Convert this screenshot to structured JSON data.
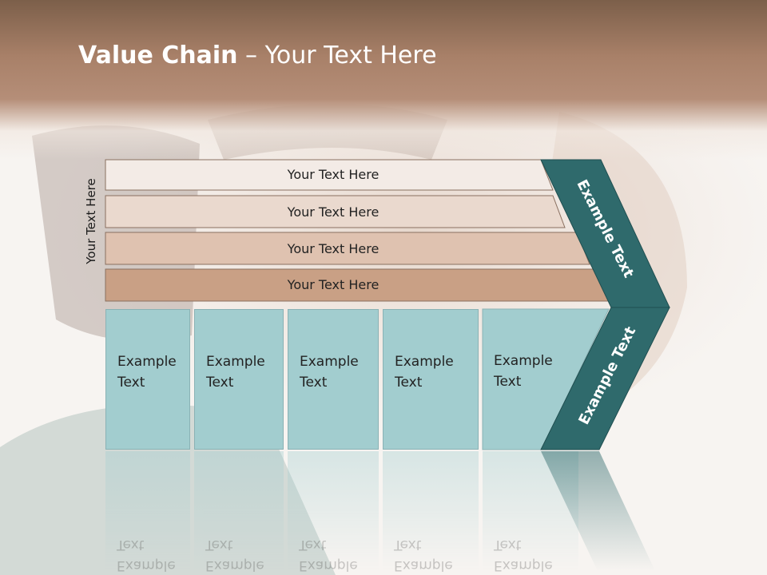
{
  "title": {
    "bold": "Value Chain",
    "rest": " – Your Text Here"
  },
  "side_label": "Your Text Here",
  "support_rows": [
    {
      "label": "Your Text Here",
      "color": "#f3ebe6"
    },
    {
      "label": "Your Text Here",
      "color": "#ead9ce"
    },
    {
      "label": "Your Text Here",
      "color": "#dfc2b0"
    },
    {
      "label": "Your Text Here",
      "color": "#c9a085"
    }
  ],
  "primary_activities": [
    {
      "line1": "Example",
      "line2": "Text"
    },
    {
      "line1": "Example",
      "line2": "Text"
    },
    {
      "line1": "Example",
      "line2": "Text"
    },
    {
      "line1": "Example",
      "line2": "Text"
    },
    {
      "line1": "Example",
      "line2": "Text"
    }
  ],
  "margin_upper": "Example Text",
  "margin_lower": "Example Text",
  "colors": {
    "teal": "#2f6a6c",
    "activity": "#a2cdcf",
    "brown": "#a88068"
  }
}
